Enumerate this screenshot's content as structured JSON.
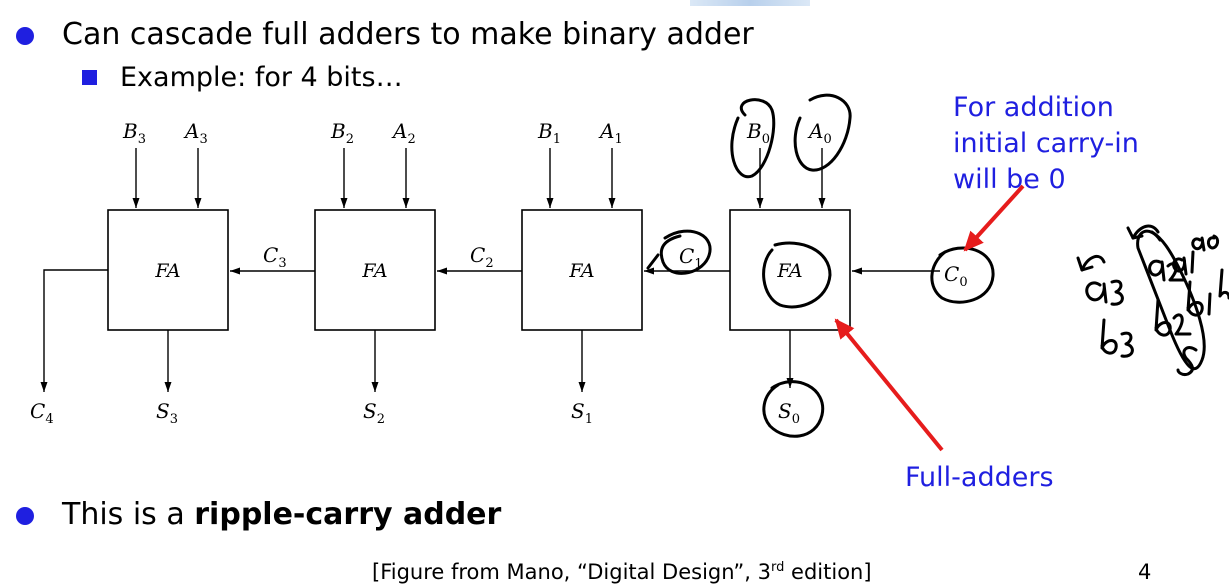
{
  "bullets": {
    "b1": "Can cascade full adders to make binary adder",
    "b1_sub": "Example: for 4 bits…",
    "b2_prefix": "This is a ",
    "b2_bold": "ripple-carry adder"
  },
  "callouts": {
    "carry_line1": "For addition",
    "carry_line2": "initial carry-in",
    "carry_line3": "will be 0",
    "full_adders": "Full-adders"
  },
  "diagram": {
    "blocks": [
      {
        "label": "FA",
        "b": "B",
        "a": "A",
        "idx": "3",
        "s": "S"
      },
      {
        "label": "FA",
        "b": "B",
        "a": "A",
        "idx": "2",
        "s": "S"
      },
      {
        "label": "FA",
        "b": "B",
        "a": "A",
        "idx": "1",
        "s": "S"
      },
      {
        "label": "FA",
        "b": "B",
        "a": "A",
        "idx": "0",
        "s": "S"
      }
    ],
    "carries": [
      {
        "c": "C",
        "idx": "4"
      },
      {
        "c": "C",
        "idx": "3"
      },
      {
        "c": "C",
        "idx": "2"
      },
      {
        "c": "C",
        "idx": "1"
      },
      {
        "c": "C",
        "idx": "0"
      }
    ]
  },
  "caption": {
    "prefix": "[Figure from Mano, “Digital Design”, 3",
    "sup": "rd",
    "suffix": " edition]"
  },
  "slide_number": "4",
  "colors": {
    "accent_blue": "#1f1fe0",
    "arrow_red": "#e61c1c"
  }
}
